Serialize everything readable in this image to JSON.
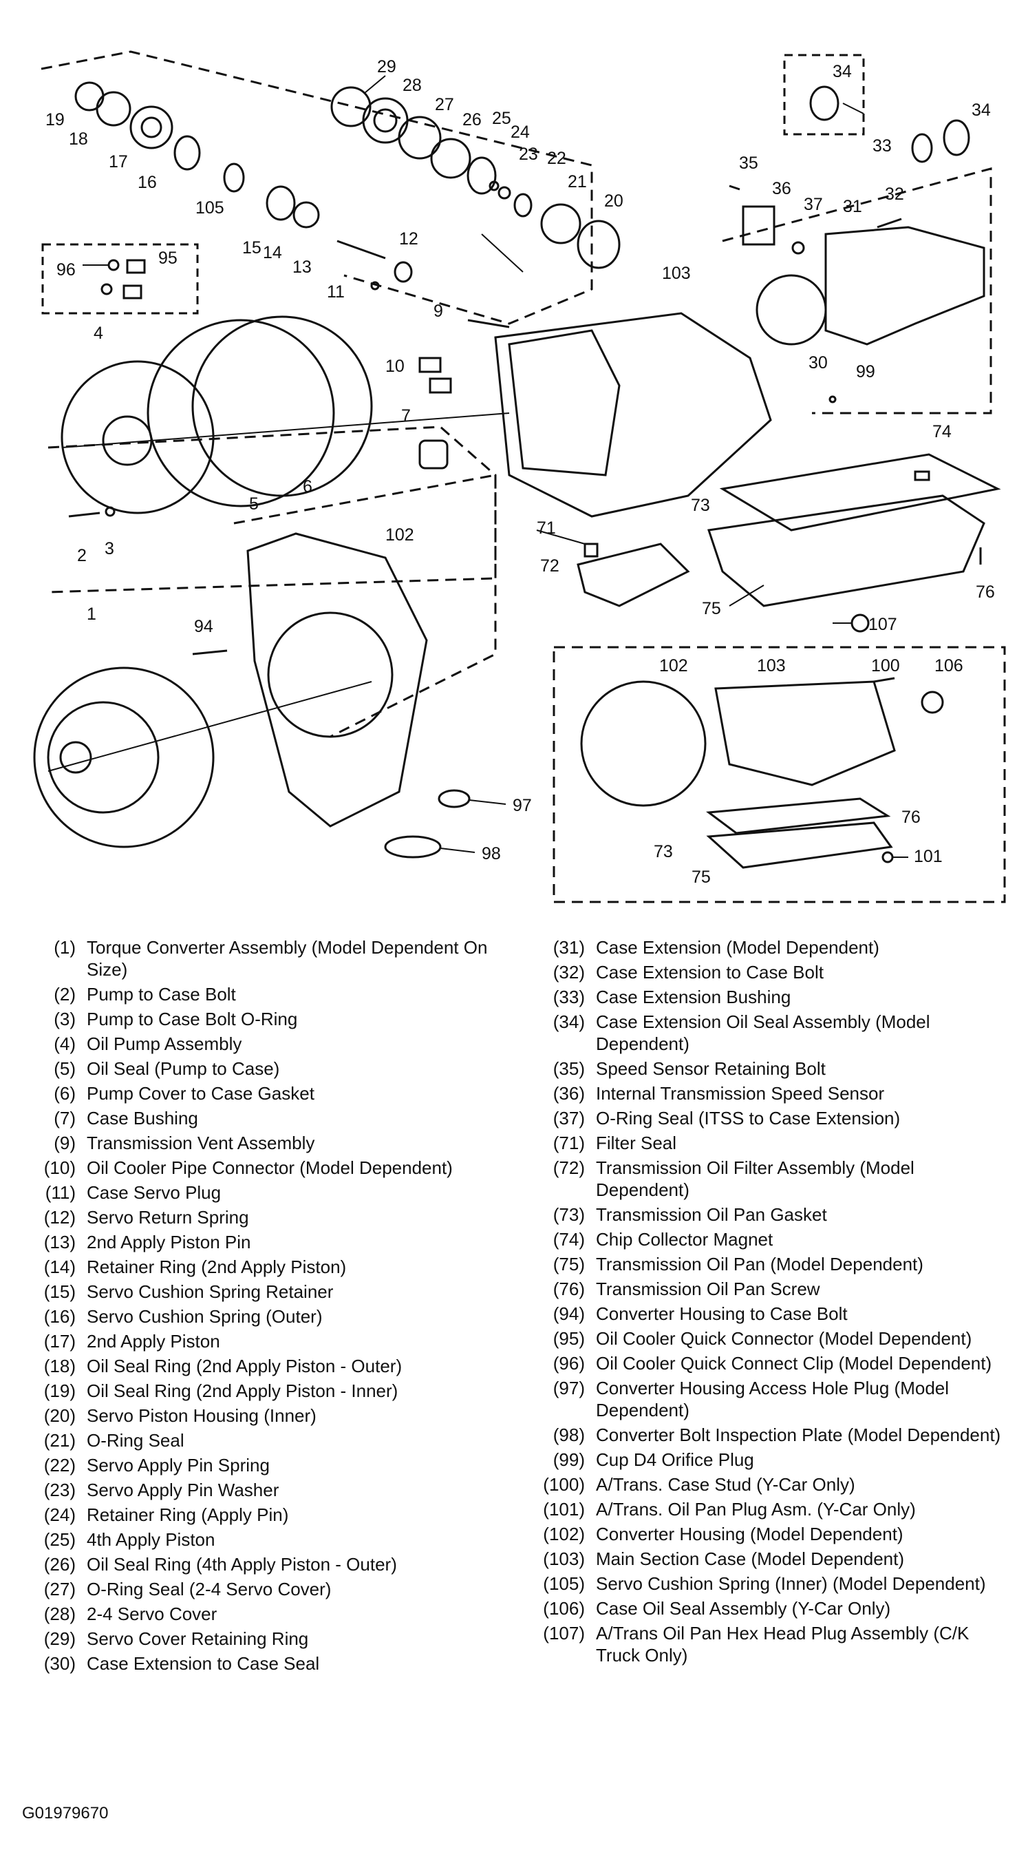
{
  "figure_id": "G01979670",
  "callouts": [
    "1",
    "2",
    "3",
    "4",
    "5",
    "6",
    "7",
    "9",
    "10",
    "11",
    "12",
    "13",
    "14",
    "15",
    "16",
    "17",
    "18",
    "19",
    "20",
    "21",
    "22",
    "23",
    "24",
    "25",
    "26",
    "27",
    "28",
    "29",
    "30",
    "31",
    "32",
    "33",
    "34",
    "34",
    "35",
    "36",
    "37",
    "71",
    "72",
    "73",
    "73",
    "74",
    "75",
    "75",
    "76",
    "76",
    "94",
    "96",
    "95",
    "97",
    "98",
    "99",
    "100",
    "101",
    "102",
    "102",
    "103",
    "103",
    "105",
    "106",
    "107"
  ],
  "legend_left": [
    {
      "num": "(1)",
      "text": "Torque Converter Assembly (Model Dependent On Size)"
    },
    {
      "num": "(2)",
      "text": "Pump to Case Bolt"
    },
    {
      "num": "(3)",
      "text": "Pump to Case Bolt O-Ring"
    },
    {
      "num": "(4)",
      "text": "Oil Pump Assembly"
    },
    {
      "num": "(5)",
      "text": "Oil Seal (Pump to Case)"
    },
    {
      "num": "(6)",
      "text": "Pump Cover to Case Gasket"
    },
    {
      "num": "(7)",
      "text": "Case Bushing"
    },
    {
      "num": "(9)",
      "text": "Transmission Vent Assembly"
    },
    {
      "num": "(10)",
      "text": "Oil Cooler Pipe Connector (Model Dependent)"
    },
    {
      "num": "(11)",
      "text": "Case Servo Plug"
    },
    {
      "num": "(12)",
      "text": "Servo Return Spring"
    },
    {
      "num": "(13)",
      "text": "2nd Apply Piston Pin"
    },
    {
      "num": "(14)",
      "text": "Retainer Ring (2nd Apply Piston)"
    },
    {
      "num": "(15)",
      "text": "Servo Cushion Spring Retainer"
    },
    {
      "num": "(16)",
      "text": "Servo Cushion Spring (Outer)"
    },
    {
      "num": "(17)",
      "text": "2nd Apply Piston"
    },
    {
      "num": "(18)",
      "text": "Oil Seal Ring (2nd Apply Piston - Outer)"
    },
    {
      "num": "(19)",
      "text": "Oil Seal Ring (2nd Apply Piston - Inner)"
    },
    {
      "num": "(20)",
      "text": "Servo Piston Housing (Inner)"
    },
    {
      "num": "(21)",
      "text": "O-Ring Seal"
    },
    {
      "num": "(22)",
      "text": "Servo Apply Pin Spring"
    },
    {
      "num": "(23)",
      "text": "Servo Apply Pin Washer"
    },
    {
      "num": "(24)",
      "text": "Retainer Ring (Apply Pin)"
    },
    {
      "num": "(25)",
      "text": "4th Apply Piston"
    },
    {
      "num": "(26)",
      "text": "Oil Seal Ring (4th Apply Piston - Outer)"
    },
    {
      "num": "(27)",
      "text": "O-Ring Seal (2-4 Servo Cover)"
    },
    {
      "num": "(28)",
      "text": "2-4 Servo Cover"
    },
    {
      "num": "(29)",
      "text": "Servo Cover Retaining Ring"
    },
    {
      "num": "(30)",
      "text": "Case Extension to Case Seal"
    }
  ],
  "legend_right": [
    {
      "num": "(31)",
      "text": "Case Extension (Model Dependent)"
    },
    {
      "num": "(32)",
      "text": "Case Extension to Case Bolt"
    },
    {
      "num": "(33)",
      "text": "Case Extension Bushing"
    },
    {
      "num": "(34)",
      "text": "Case Extension Oil Seal Assembly (Model Dependent)"
    },
    {
      "num": "(35)",
      "text": "Speed Sensor Retaining Bolt"
    },
    {
      "num": "(36)",
      "text": "Internal Transmission Speed Sensor"
    },
    {
      "num": "(37)",
      "text": "O-Ring Seal (ITSS to Case Extension)"
    },
    {
      "num": "(71)",
      "text": "Filter Seal"
    },
    {
      "num": "(72)",
      "text": "Transmission Oil Filter Assembly (Model Dependent)"
    },
    {
      "num": "(73)",
      "text": "Transmission Oil Pan Gasket"
    },
    {
      "num": "(74)",
      "text": "Chip Collector Magnet"
    },
    {
      "num": "(75)",
      "text": "Transmission Oil Pan (Model Dependent)"
    },
    {
      "num": "(76)",
      "text": "Transmission Oil Pan Screw"
    },
    {
      "num": "(94)",
      "text": "Converter Housing to Case Bolt"
    },
    {
      "num": "(95)",
      "text": "Oil Cooler Quick Connector (Model Dependent)"
    },
    {
      "num": "(96)",
      "text": "Oil Cooler Quick Connect Clip (Model Dependent)"
    },
    {
      "num": "(97)",
      "text": "Converter Housing Access Hole Plug (Model Dependent)"
    },
    {
      "num": "(98)",
      "text": "Converter Bolt Inspection Plate (Model Dependent)"
    },
    {
      "num": "(99)",
      "text": "Cup D4 Orifice Plug"
    },
    {
      "num": "(100)",
      "text": "A/Trans. Case Stud (Y-Car Only)"
    },
    {
      "num": "(101)",
      "text": "A/Trans. Oil Pan Plug Asm. (Y-Car Only)"
    },
    {
      "num": "(102)",
      "text": "Converter Housing (Model Dependent)"
    },
    {
      "num": "(103)",
      "text": "Main Section Case (Model Dependent)"
    },
    {
      "num": "(105)",
      "text": "Servo Cushion Spring (Inner) (Model Dependent)"
    },
    {
      "num": "(106)",
      "text": "Case Oil Seal Assembly (Y-Car Only)"
    },
    {
      "num": "(107)",
      "text": "A/Trans Oil Pan Hex Head Plug Assembly (C/K Truck Only)"
    }
  ]
}
